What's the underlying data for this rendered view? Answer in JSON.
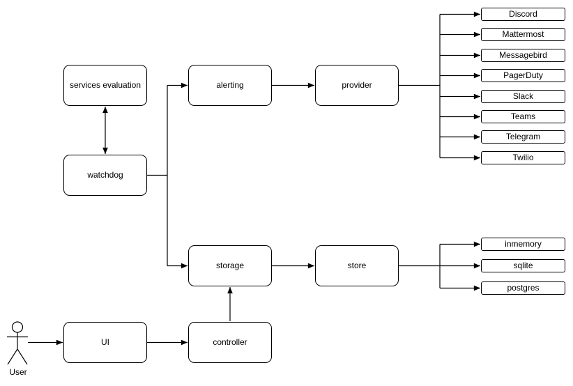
{
  "diagram": {
    "nodes": {
      "services_evaluation": "services evaluation",
      "watchdog": "watchdog",
      "alerting": "alerting",
      "provider": "provider",
      "storage": "storage",
      "store": "store",
      "ui": "UI",
      "controller": "controller"
    },
    "actor": {
      "label": "User"
    },
    "providers": [
      "Discord",
      "Mattermost",
      "Messagebird",
      "PagerDuty",
      "Slack",
      "Teams",
      "Telegram",
      "Twilio"
    ],
    "stores": [
      "inmemory",
      "sqlite",
      "postgres"
    ],
    "colors": {
      "background": "#ffffff",
      "node_fill": "#ffffff",
      "stroke": "#000000",
      "text": "#000000"
    }
  }
}
